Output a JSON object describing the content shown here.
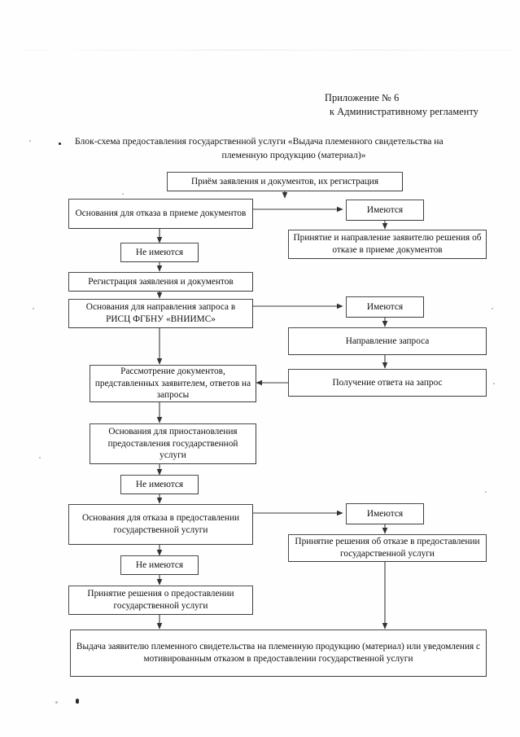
{
  "document": {
    "header_line_1": "Приложение № 6",
    "header_line_2": "к Административному регламенту",
    "title_line_1": "Блок-схема предоставления государственной услуги «Выдача племенного свидетельства на",
    "title_line_2": "племенную продукцию (материал)»"
  },
  "flowchart": {
    "type": "flowchart",
    "nodes": {
      "intake": "Приём заявления и документов, их регистрация",
      "refusal_grounds": "Основания для отказа в приеме документов",
      "refusal_yes": "Имеются",
      "refusal_decision": "Принятие и направление заявителю решения об отказе в приеме документов",
      "refusal_no": "Не имеются",
      "registration": "Регистрация заявления и документов",
      "request_grounds": "Основания для направления запроса в РИСЦ ФГБНУ «ВНИИМС»",
      "request_yes": "Имеются",
      "send_request": "Направление запроса",
      "receive_answer": "Получение ответа на запрос",
      "review_docs": "Рассмотрение документов, представленных заявителем, ответов на запросы",
      "suspension_grounds": "Основания для приостановления предоставления государственной услуги",
      "suspension_no": "Не имеются",
      "service_refusal_grounds": "Основания для отказа в предоставлении государственной услуги",
      "service_refusal_yes": "Имеются",
      "service_refusal_decision": "Принятие решения об отказе в предоставлении государственной услуги",
      "service_refusal_no": "Не имеются",
      "grant_decision": "Принятие решения о предоставлении государственной услуги",
      "final_issue": "Выдача заявителю племенного свидетельства на племенную продукцию (материал) или уведомления с мотивированным отказом в предоставлении государственной услуги"
    }
  }
}
